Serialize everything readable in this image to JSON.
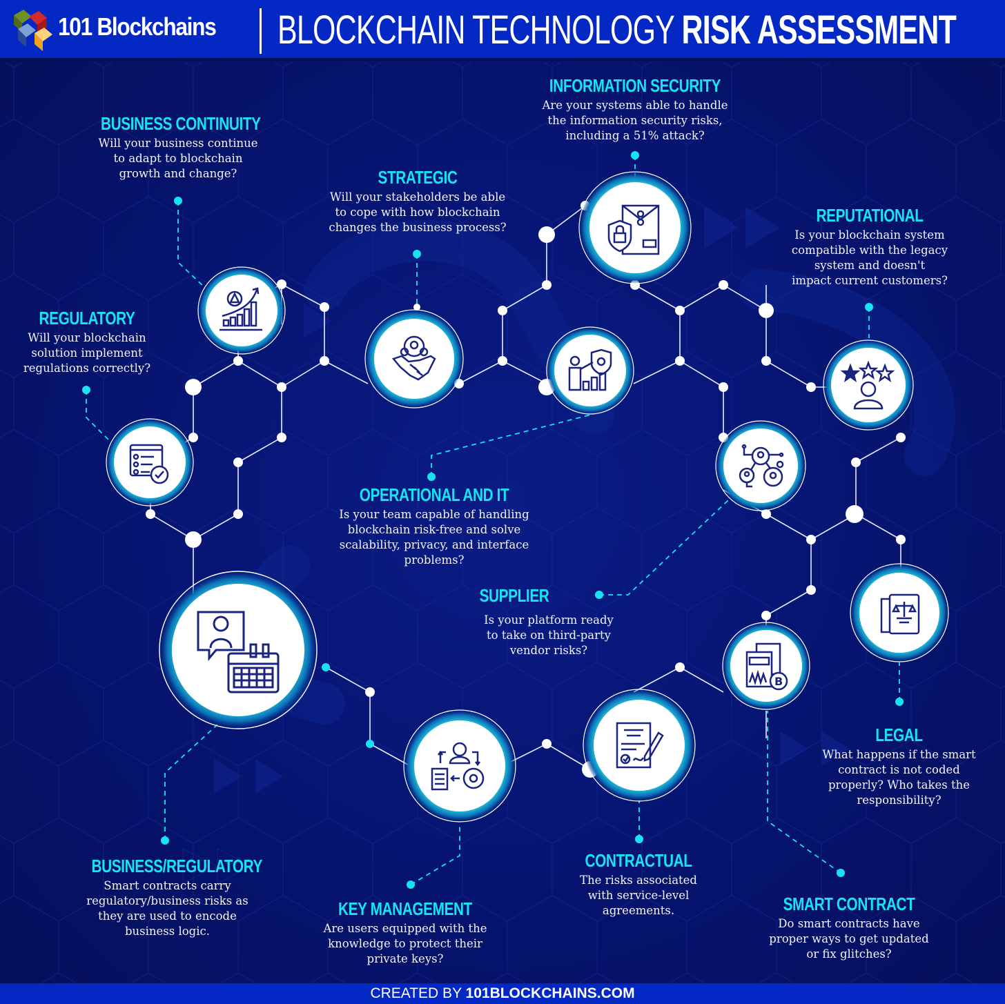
{
  "header": {
    "brand": "101 Blockchains",
    "title_light": "BLOCKCHAIN TECHNOLOGY ",
    "title_bold": "RISK ASSESSMENT"
  },
  "footer": {
    "prefix": "CREATED BY ",
    "site": "101BLOCKCHAINS.COM"
  },
  "colors": {
    "background": "#071574",
    "header_bar": "#0328c4",
    "heading_cyan": "#19e3f2",
    "icon_navy": "#1a237e",
    "connector": "#ffffff",
    "dashed_connector": "#19e3f2"
  },
  "risks": [
    {
      "id": "business-continuity",
      "title": "BUSINESS CONTINUITY",
      "text": "Will your business continue\nto adapt to blockchain\ngrowth and change?",
      "icon": "growth-chart-warning-icon"
    },
    {
      "id": "strategic",
      "title": "STRATEGIC",
      "text": "Will your stakeholders be able\nto cope with how blockchain\nchanges the business process?",
      "icon": "handshake-team-gear-icon"
    },
    {
      "id": "information-security",
      "title": "INFORMATION SECURITY",
      "text": "Are your systems able to handle\nthe information security risks,\nincluding a 51% attack?",
      "icon": "secure-envelope-lock-icon"
    },
    {
      "id": "reputational",
      "title": "REPUTATIONAL",
      "text": "Is your blockchain system\ncompatible with the legacy\nsystem and doesn't\nimpact current customers?",
      "icon": "user-rating-stars-icon"
    },
    {
      "id": "regulatory",
      "title": "REGULATORY",
      "text": "Will your blockchain\nsolution implement\nregulations correctly?",
      "icon": "checklist-approved-icon"
    },
    {
      "id": "operational-it",
      "title": "OPERATIONAL AND IT",
      "text": "Is your team capable of handling\nblockchain risk-free and solve\nscalability, privacy, and interface\nproblems?",
      "icon": "person-shield-gear-chart-icon"
    },
    {
      "id": "supplier",
      "title": "SUPPLIER",
      "text": "Is your platform ready\nto take on third-party\nvendor risks?",
      "icon": "vendor-network-icon"
    },
    {
      "id": "legal",
      "title": "LEGAL",
      "text": "What happens if the smart\ncontract is not coded\nproperly? Who takes the\nresponsibility?",
      "icon": "law-book-scales-icon"
    },
    {
      "id": "business-regulatory",
      "title": "BUSINESS/REGULATORY",
      "text": "Smart contracts carry\nregulatory/business risks as\nthey are used to encode\nbusiness logic.",
      "icon": "user-chat-calendar-icon"
    },
    {
      "id": "key-management",
      "title": "KEY MANAGEMENT",
      "text": "Are users equipped with the\nknowledge to protect their\nprivate keys?",
      "icon": "user-process-gear-icon"
    },
    {
      "id": "contractual",
      "title": "CONTRACTUAL",
      "text": "The risks associated\nwith service-level\nagreements.",
      "icon": "signed-contract-pen-icon"
    },
    {
      "id": "smart-contract",
      "title": "SMART CONTRACT",
      "text": "Do smart contracts have\nproper ways to get updated\nor fix glitches?",
      "icon": "bitcoin-documents-icon"
    }
  ]
}
